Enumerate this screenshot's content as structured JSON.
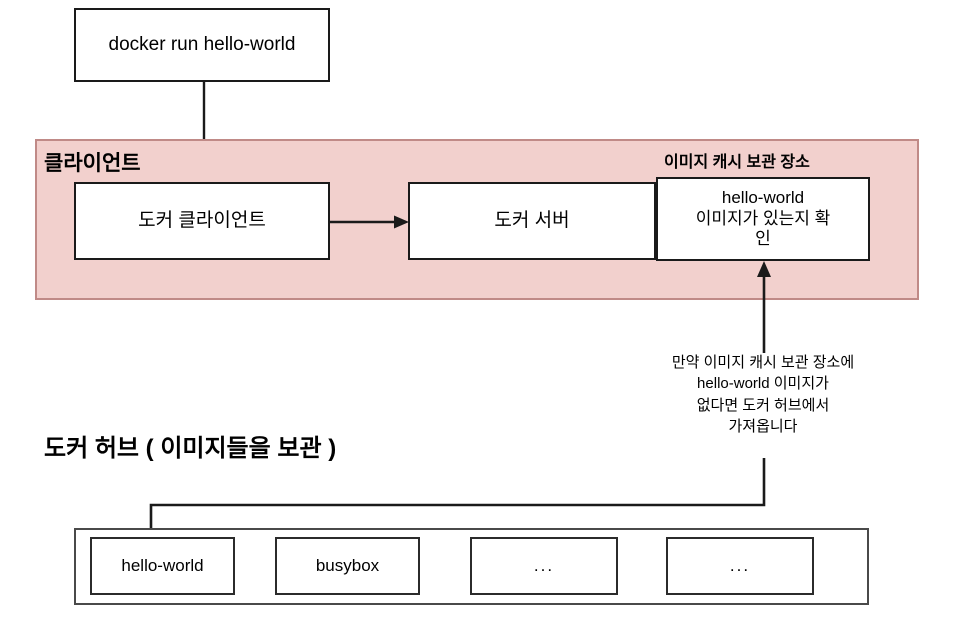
{
  "diagram": {
    "title_text": "docker run hello-world",
    "command_box": {
      "label": "docker run hello-world"
    },
    "client_region": {
      "label": "클라이언트",
      "boxes": [
        {
          "label": "도커 클라이언트"
        },
        {
          "label": "도커 서버"
        }
      ],
      "cache": {
        "title": "이미지 캐시 보관 장소",
        "line1": "hello-world",
        "line2": "이미지가 있는지 확",
        "line3": "인"
      }
    },
    "annotation": {
      "line1": "만약 이미지 캐시 보관 장소에",
      "line2": "hello-world 이미지가",
      "line3": "없다면 도커 허브에서",
      "line4": "가져옵니다"
    },
    "hub": {
      "heading": "도커 허브 ( 이미지들을 보관 )",
      "items": [
        {
          "label": "hello-world"
        },
        {
          "label": "busybox"
        },
        {
          "label": "..."
        },
        {
          "label": "..."
        }
      ]
    },
    "colors": {
      "region_fill": "#f2d0cd",
      "region_border": "#c08a87",
      "box_border": "#1a1a1a",
      "text": "#000000",
      "background": "#ffffff"
    }
  }
}
